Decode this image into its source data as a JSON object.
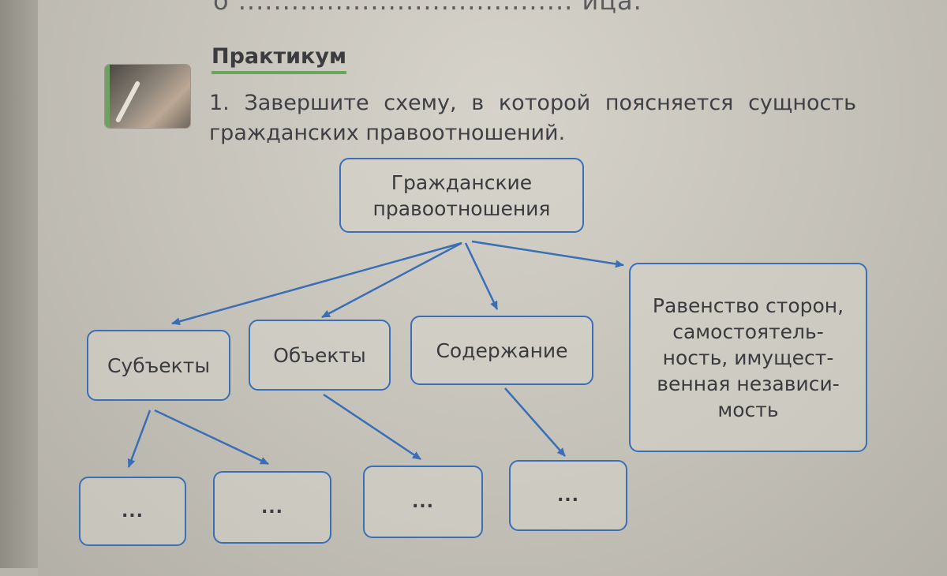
{
  "page": {
    "top_cut_text": "о ...................................... ица.",
    "heading": "Практикум",
    "task": "1. Завершите схему, в которой поясняется сущность гражданских правоотношений."
  },
  "diagram": {
    "root": "Гражданские правоотношения",
    "subjects": "Субъекты",
    "objects": "Объекты",
    "content": "Содержание",
    "equality": "Равенство сторон, самостоятель-ность, имущест-венная независи-мость",
    "blank_1": "...",
    "blank_2": "...",
    "blank_3": "...",
    "blank_4": "..."
  },
  "colors": {
    "box_border": "#3a6eb5",
    "heading_underline": "#6ea35f",
    "arrow": "#3a6eb5"
  },
  "icons": [
    "photo-hand-writing-icon"
  ]
}
